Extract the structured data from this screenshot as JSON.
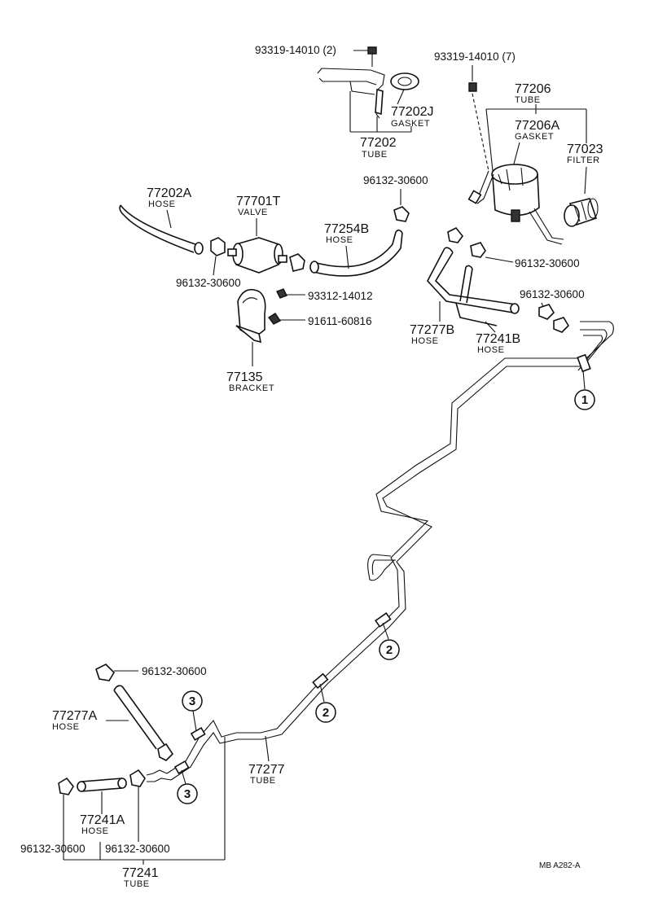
{
  "footer_code": "MB  A282-A",
  "parts": {
    "p93319_2": {
      "number": "93319-14010 (2)"
    },
    "p93319_7": {
      "number": "93319-14010 (7)"
    },
    "p77202J": {
      "number": "77202J",
      "name": "GASKET"
    },
    "p77202": {
      "number": "77202",
      "name": "TUBE"
    },
    "p77206": {
      "number": "77206",
      "name": "TUBE"
    },
    "p77206A": {
      "number": "77206A",
      "name": "GASKET"
    },
    "p77023": {
      "number": "77023",
      "name": "FILTER"
    },
    "p77202A": {
      "number": "77202A",
      "name": "HOSE"
    },
    "p77701T": {
      "number": "77701T",
      "name": "VALVE"
    },
    "p77254B": {
      "number": "77254B",
      "name": "HOSE"
    },
    "p96132_a": {
      "number": "96132-30600"
    },
    "p96132_b": {
      "number": "96132-30600"
    },
    "p96132_c": {
      "number": "96132-30600"
    },
    "p96132_d": {
      "number": "96132-30600"
    },
    "p96132_e": {
      "number": "96132-30600"
    },
    "p96132_f": {
      "number": "96132-30600"
    },
    "p96132_g": {
      "number": "96132-30600"
    },
    "p93312": {
      "number": "93312-14012"
    },
    "p91611": {
      "number": "91611-60816"
    },
    "p77135": {
      "number": "77135",
      "name": "BRACKET"
    },
    "p77277B": {
      "number": "77277B",
      "name": "HOSE"
    },
    "p77241B": {
      "number": "77241B",
      "name": "HOSE"
    },
    "p77277A": {
      "number": "77277A",
      "name": "HOSE"
    },
    "p77277": {
      "number": "77277",
      "name": "TUBE"
    },
    "p77241A": {
      "number": "77241A",
      "name": "HOSE"
    },
    "p77241": {
      "number": "77241",
      "name": "TUBE"
    }
  },
  "callouts": {
    "c1": "1",
    "c2a": "2",
    "c2b": "2",
    "c3a": "3",
    "c3b": "3"
  }
}
